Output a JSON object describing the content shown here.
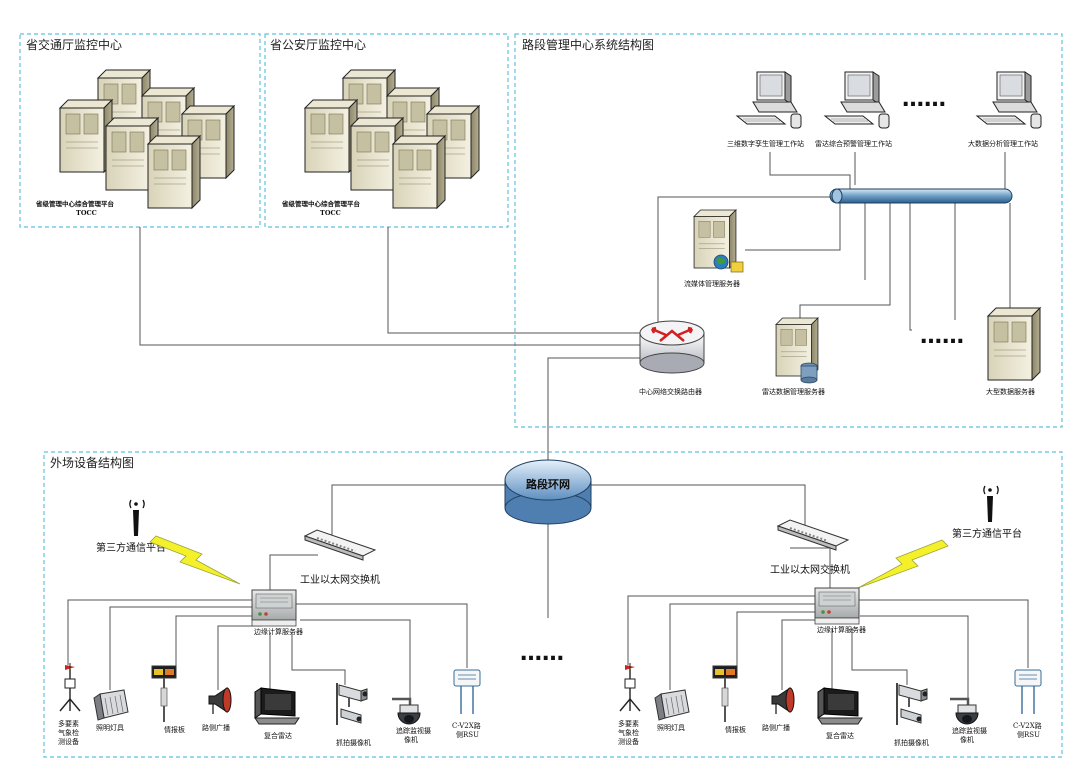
{
  "panels": {
    "transport": {
      "title": "省交通厅监控中心",
      "platform": "省级管理中心综合管理平台",
      "code": "TOCC"
    },
    "police": {
      "title": "省公安厅监控中心",
      "platform": "省级管理中心综合管理平台",
      "code": "TOCC"
    },
    "road_center": {
      "title": "路段管理中心系统结构图"
    },
    "field": {
      "title": "外场设备结构图"
    }
  },
  "road_center": {
    "workstations": [
      "三维数字孪生管理工作站",
      "雷达综合预警管理工作站",
      "大数据分析管理工作站"
    ],
    "streaming_server": "流媒体管理服务器",
    "radar_data_server": "雷达数据管理服务器",
    "big_data_server": "大型数据服务器",
    "core_router": "中心网络交换路由器",
    "ellipsis": "……"
  },
  "network": {
    "ring": "路段环网",
    "ellipsis": "……"
  },
  "field_left": {
    "third_party": "第三方通信平台",
    "switch": "工业以太网交换机",
    "edge_box": "边缘计算服务器",
    "devices": {
      "weather": [
        "多要素",
        "气象检",
        "测设备"
      ],
      "light": "照明灯具",
      "board": "情报板",
      "broadcast": "路侧广播",
      "radar": "复合雷达",
      "snap_camera": "抓拍摄像机",
      "ptz_camera": [
        "追踪监视摄",
        "像机"
      ],
      "rsu": [
        "C-V2X路",
        "侧RSU"
      ]
    }
  },
  "field_right": {
    "third_party": "第三方通信平台",
    "switch": "工业以太网交换机",
    "edge_box": "边缘计算服务器",
    "devices": {
      "weather": [
        "多要素",
        "气象检",
        "测设备"
      ],
      "light": "照明灯具",
      "board": "情报板",
      "broadcast": "路侧广播",
      "radar": "复合雷达",
      "snap_camera": "抓拍摄像机",
      "ptz_camera": [
        "追踪监视摄",
        "像机"
      ],
      "rsu": [
        "C-V2X路",
        "侧RSU"
      ]
    }
  }
}
